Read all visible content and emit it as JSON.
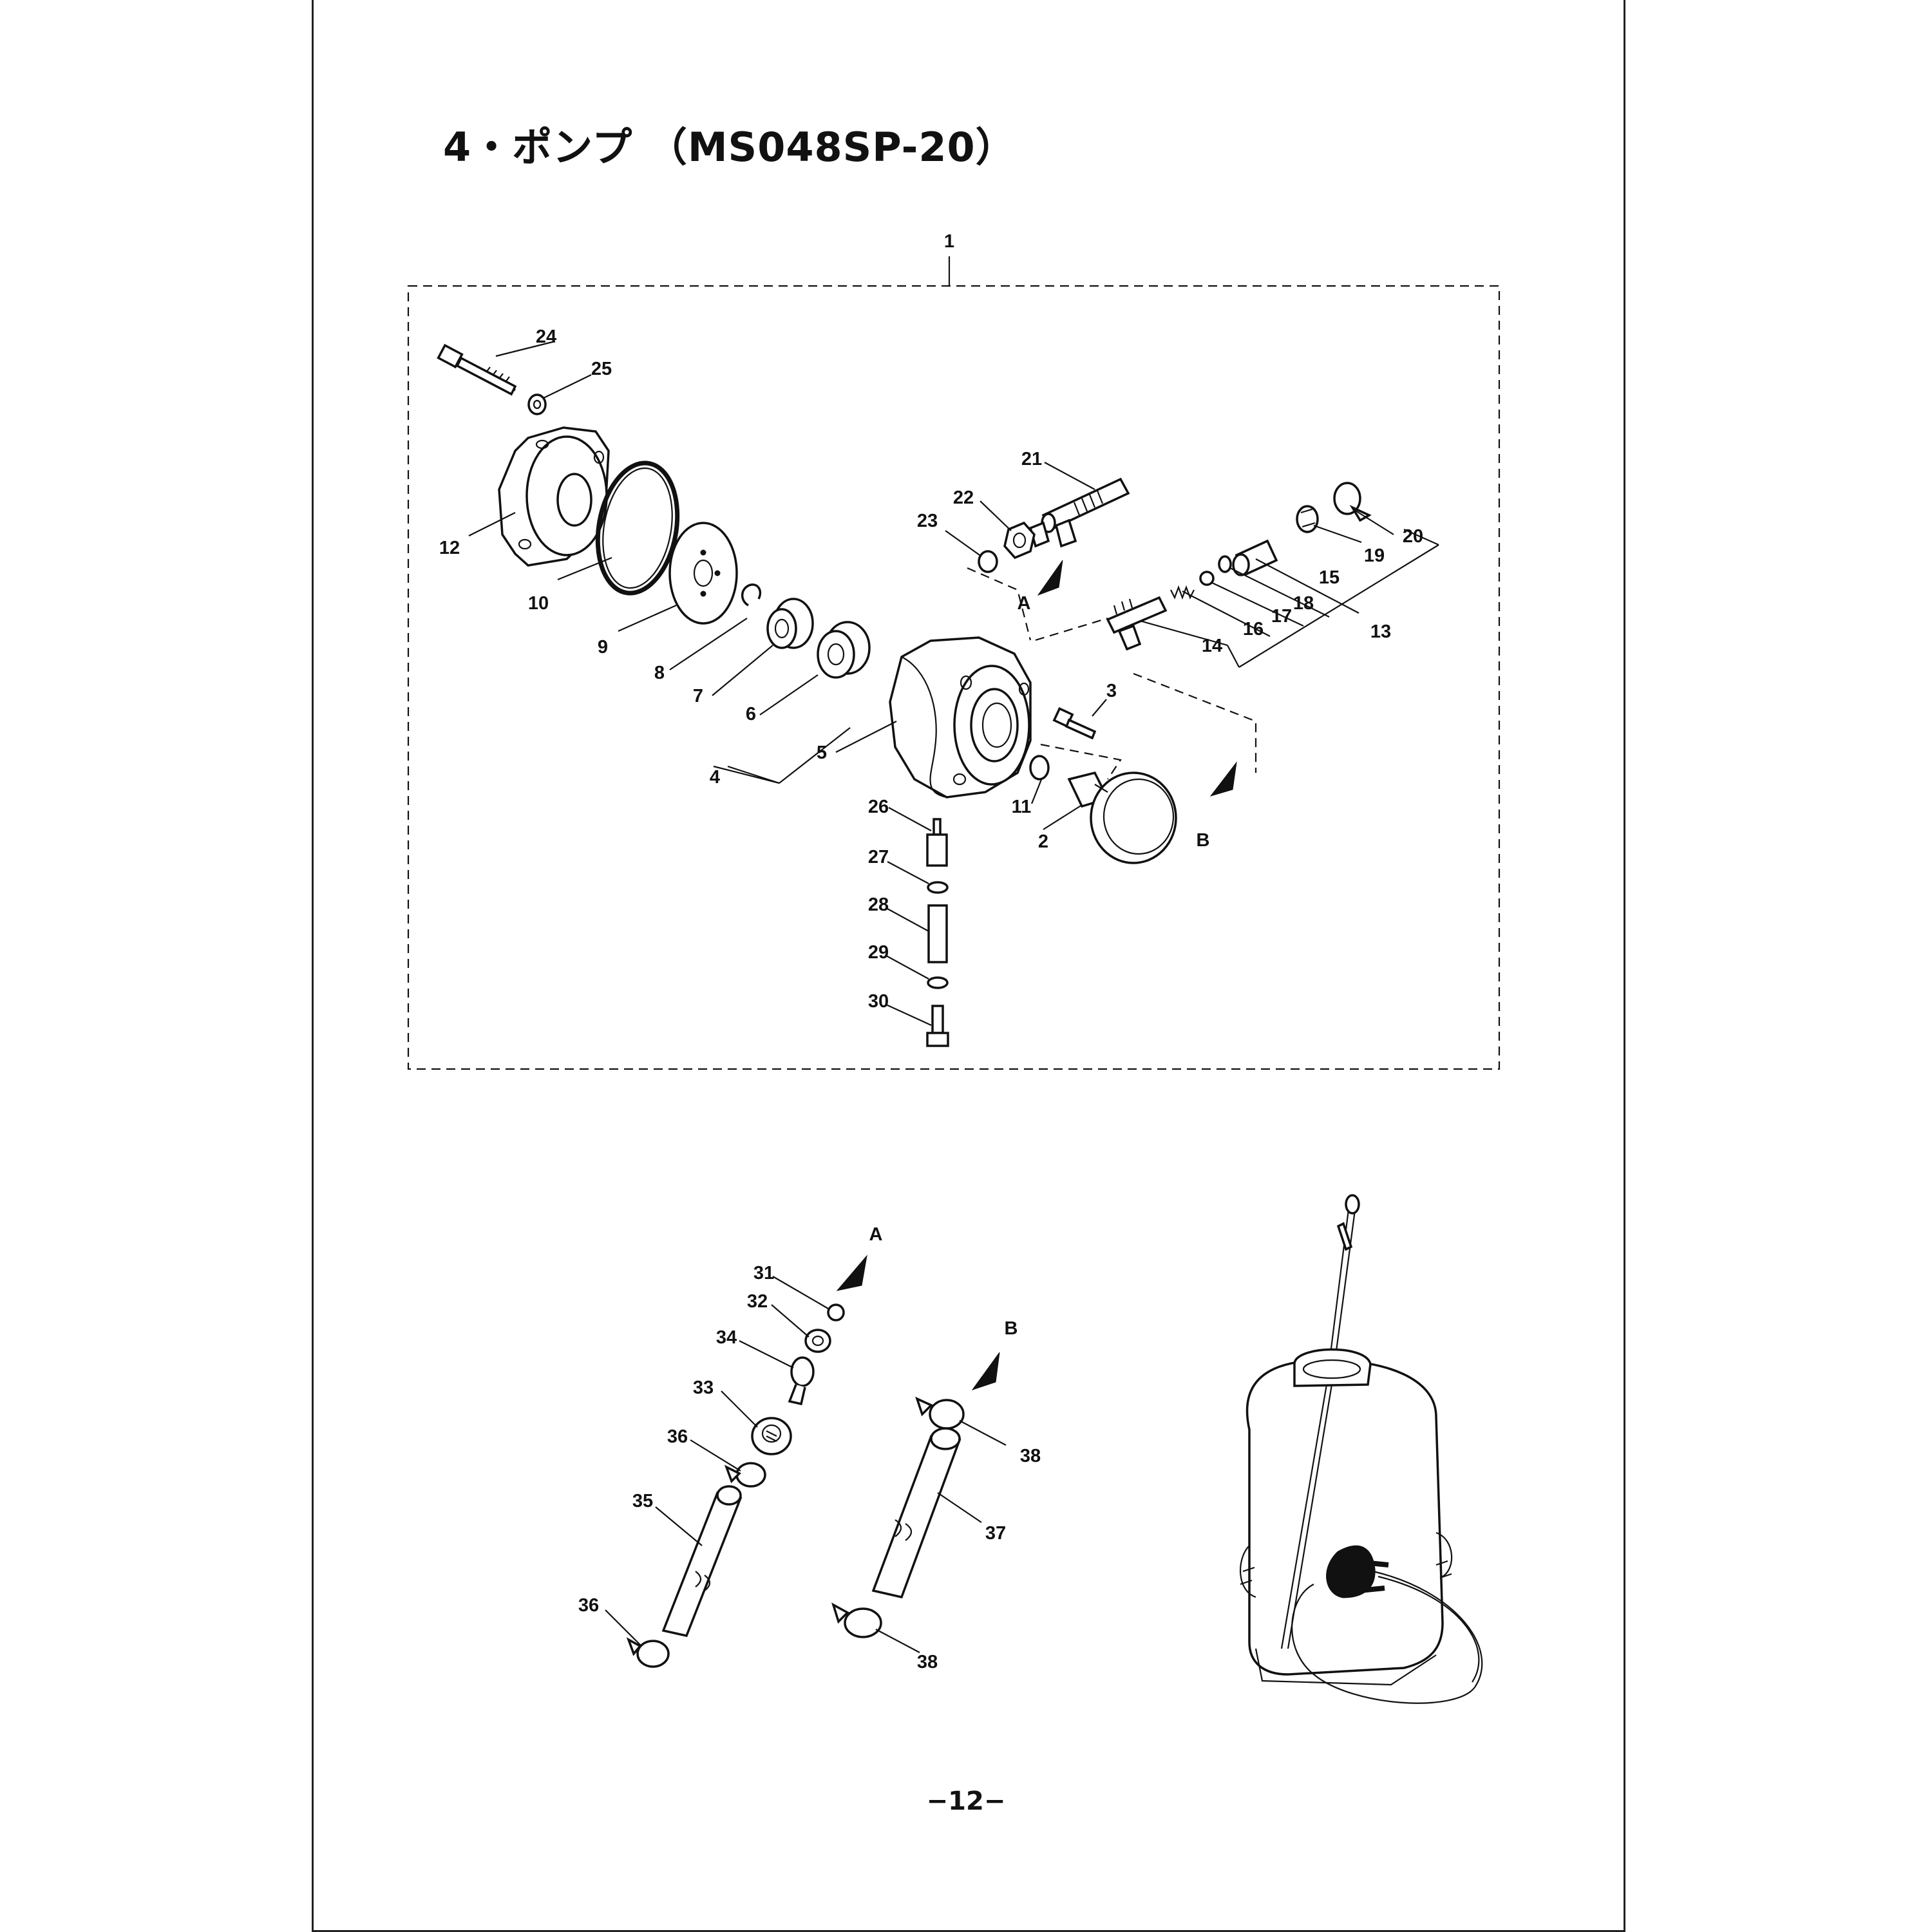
{
  "page": {
    "title": "4・ポンプ （MS048SP-20）",
    "page_number": "−12−"
  },
  "callouts": {
    "c1": "1",
    "c2": "2",
    "c3": "3",
    "c4": "4",
    "c5": "5",
    "c6": "6",
    "c7": "7",
    "c8": "8",
    "c9": "9",
    "c10": "10",
    "c11": "11",
    "c12": "12",
    "c13": "13",
    "c14": "14",
    "c15": "15",
    "c16": "16",
    "c17": "17",
    "c18": "18",
    "c19": "19",
    "c20": "20",
    "c21": "21",
    "c22": "22",
    "c23": "23",
    "c24": "24",
    "c25": "25",
    "c26": "26",
    "c27": "27",
    "c28": "28",
    "c29": "29",
    "c30": "30",
    "c31": "31",
    "c32": "32",
    "c33": "33",
    "c34": "34",
    "c35": "35",
    "c36a": "36",
    "c36b": "36",
    "c37": "37",
    "c38a": "38",
    "c38b": "38"
  },
  "connectors": {
    "A_top": "A",
    "B_top": "B",
    "A_bottom": "A",
    "B_bottom": "B"
  }
}
